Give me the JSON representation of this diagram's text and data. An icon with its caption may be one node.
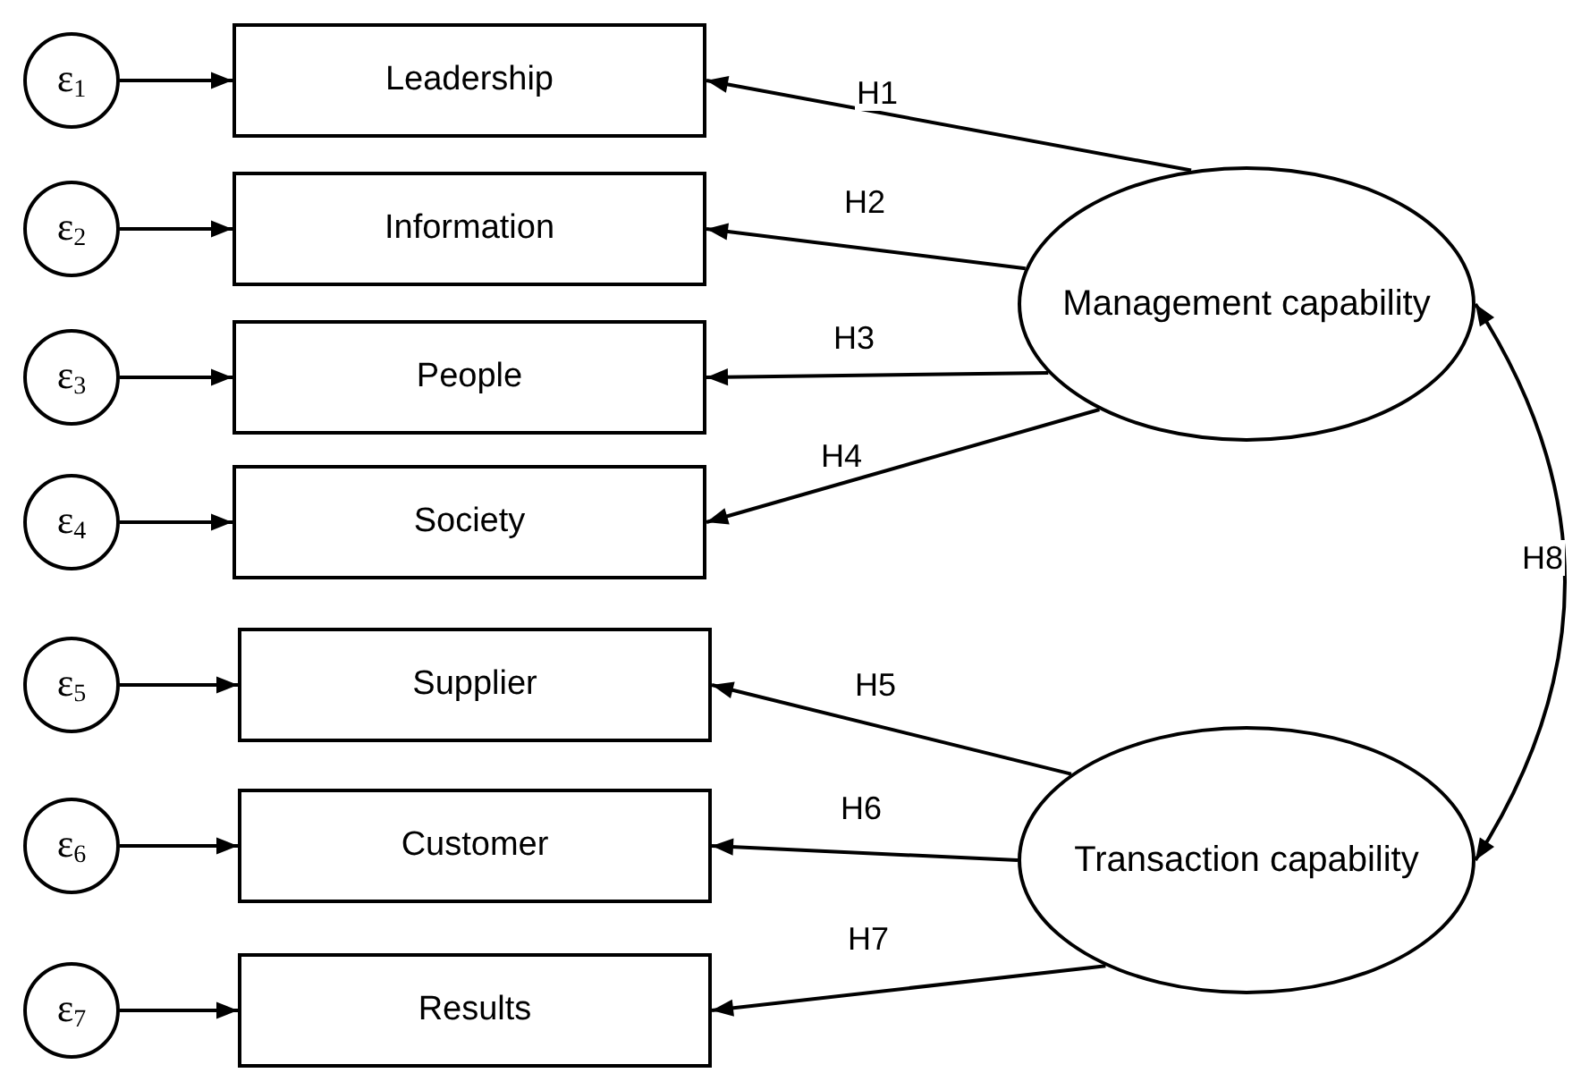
{
  "diagram": {
    "nodes": [
      {
        "text": [
          "ε$_{1}$"
        ]
      },
      {
        "text": [
          "ε$_{2}$"
        ]
      },
      {
        "text": [
          "ε$_{3}$"
        ]
      },
      {
        "text": [
          "ε$_{4}$"
        ]
      },
      {
        "text": [
          "ε$_{5}$"
        ]
      },
      {
        "text": [
          "ε$_{6}$"
        ]
      },
      {
        "text": [
          "ε$_{7}$"
        ]
      },
      {
        "text": [
          "Leadership"
        ]
      },
      {
        "text": [
          "Information"
        ]
      },
      {
        "text": [
          "People"
        ]
      },
      {
        "text": [
          "Society"
        ]
      },
      {
        "text": [
          "Supplier"
        ]
      },
      {
        "text": [
          "Customer"
        ]
      },
      {
        "text": [
          "Results"
        ]
      },
      {
        "text": [
          "Management capability"
        ]
      },
      {
        "text": [
          "Transaction capability"
        ]
      }
    ],
    "edges": [
      {
        "from": 0,
        "to": 7,
        "arrow": "to"
      },
      {
        "from": 1,
        "to": 8,
        "arrow": "to"
      },
      {
        "from": 2,
        "to": 9,
        "arrow": "to"
      },
      {
        "from": 3,
        "to": 10,
        "arrow": "to"
      },
      {
        "from": 4,
        "to": 11,
        "arrow": "to"
      },
      {
        "from": 5,
        "to": 12,
        "arrow": "to"
      },
      {
        "from": 6,
        "to": 13,
        "arrow": "to"
      },
      {
        "from": 14,
        "to": 7,
        "arrow": "to",
        "label": "H1"
      },
      {
        "from": 14,
        "to": 8,
        "arrow": "to",
        "label": "H2"
      },
      {
        "from": 14,
        "to": 9,
        "arrow": "to",
        "label": "H3"
      },
      {
        "from": 14,
        "to": 10,
        "arrow": "to",
        "label": "H4"
      },
      {
        "from": 15,
        "to": 11,
        "arrow": "to",
        "label": "H5"
      },
      {
        "from": 15,
        "to": 12,
        "arrow": "to",
        "label": "H6"
      },
      {
        "from": 15,
        "to": 13,
        "arrow": "to",
        "label": "H7"
      },
      {
        "from": 14,
        "to": 15,
        "arrow": "both",
        "label": "H8"
      }
    ]
  }
}
